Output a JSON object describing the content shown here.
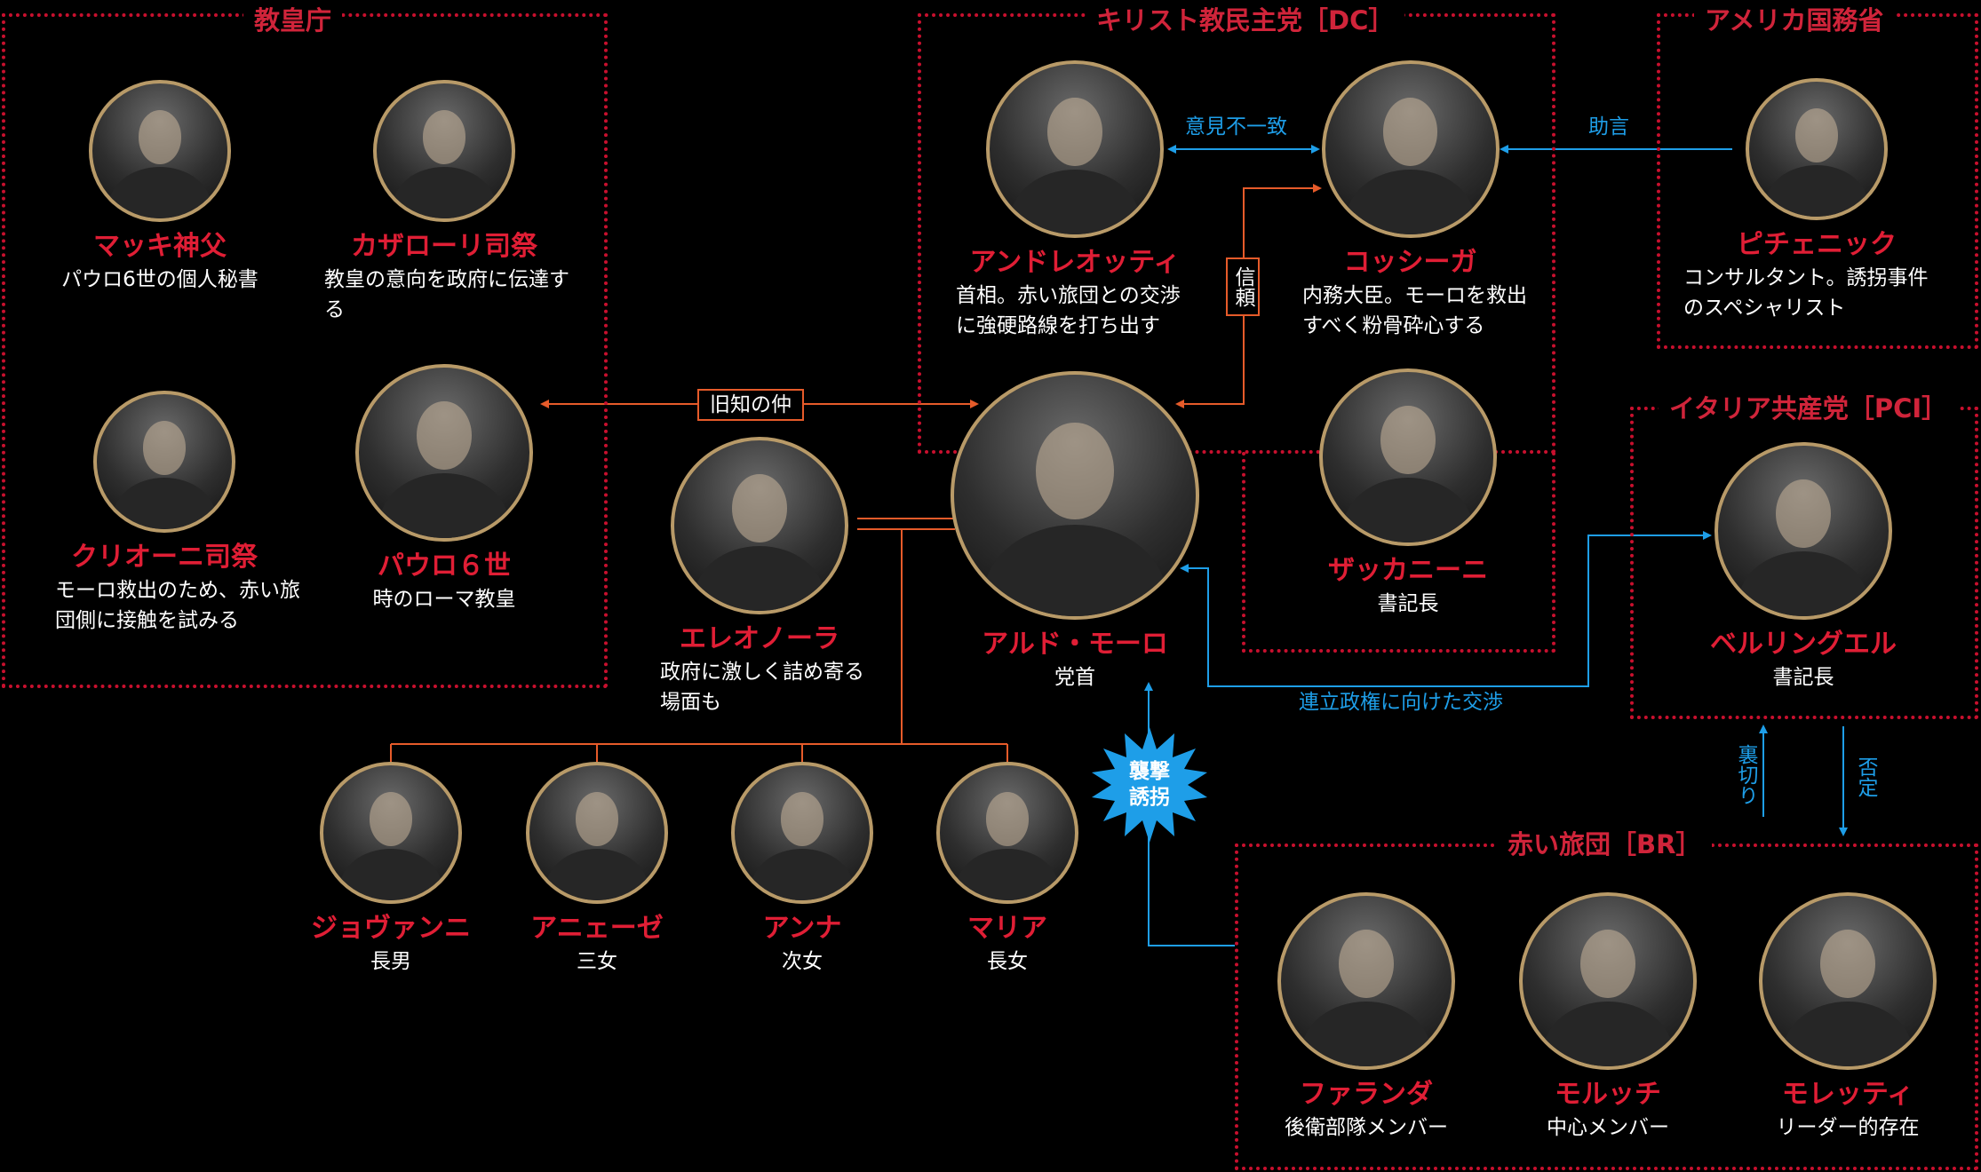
{
  "groups": {
    "vatican": "教皇庁",
    "dc": "キリスト教民主党［DC］",
    "us": "アメリカ国務省",
    "pci": "イタリア共産党［PCI］",
    "br": "赤い旅団［BR］"
  },
  "people": {
    "macchi": {
      "name": "マッキ神父",
      "desc": "パウロ6世の個人秘書"
    },
    "casaroli": {
      "name": "カザローリ司祭",
      "desc": "教皇の意向を政府に伝達する"
    },
    "curioni": {
      "name": "クリオーニ司祭",
      "desc": "モーロ救出のため、赤い旅団側に接触を試みる"
    },
    "paul6": {
      "name": "パウロ６世",
      "desc": "時のローマ教皇"
    },
    "andreotti": {
      "name": "アンドレオッティ",
      "desc": "首相。赤い旅団との交渉に強硬路線を打ち出す"
    },
    "cossiga": {
      "name": "コッシーガ",
      "desc": "内務大臣。モーロを救出すべく粉骨砕心する"
    },
    "pieczenik": {
      "name": "ピチェニック",
      "desc": "コンサルタント。誘拐事件のスペシャリスト"
    },
    "moro": {
      "name": "アルド・モーロ",
      "desc": "党首"
    },
    "eleonora": {
      "name": "エレオノーラ",
      "desc": "政府に激しく詰め寄る場面も"
    },
    "zaccagnini": {
      "name": "ザッカニーニ",
      "desc": "書記長"
    },
    "berlinguer": {
      "name": "ベルリングエル",
      "desc": "書記長"
    },
    "giovanni": {
      "name": "ジョヴァンニ",
      "desc": "長男"
    },
    "agnese": {
      "name": "アニェーゼ",
      "desc": "三女"
    },
    "anna": {
      "name": "アンナ",
      "desc": "次女"
    },
    "maria": {
      "name": "マリア",
      "desc": "長女"
    },
    "faranda": {
      "name": "ファランダ",
      "desc": "後衛部隊メンバー"
    },
    "morucci": {
      "name": "モルッチ",
      "desc": "中心メンバー"
    },
    "moretti": {
      "name": "モレッティ",
      "desc": "リーダー的存在"
    }
  },
  "relations": {
    "disagree": "意見不一致",
    "advice": "助言",
    "trust": "信頼",
    "old_friend": "旧知の仲",
    "coalition": "連立政権に向けた交渉",
    "betray": "裏切り",
    "deny": "否定",
    "attack_1": "襲撃",
    "attack_2": "誘拐"
  },
  "colors": {
    "frame_red": "#c8102e",
    "name_red": "#e01e35",
    "orange_line": "#e65b2a",
    "blue_line": "#1e9ee8",
    "portrait_ring": "#b89a68"
  }
}
